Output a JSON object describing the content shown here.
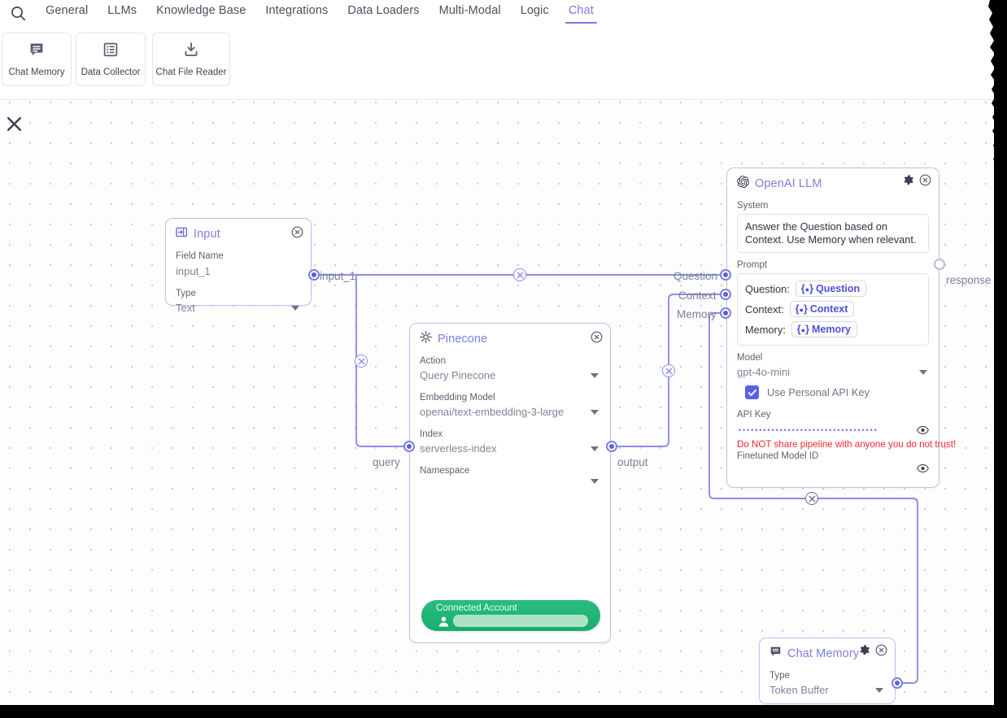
{
  "topbar": {
    "search_icon": "search-icon",
    "tabs": [
      {
        "label": "General",
        "active": false
      },
      {
        "label": "LLMs",
        "active": false
      },
      {
        "label": "Knowledge Base",
        "active": false
      },
      {
        "label": "Integrations",
        "active": false
      },
      {
        "label": "Data Loaders",
        "active": false
      },
      {
        "label": "Multi-Modal",
        "active": false
      },
      {
        "label": "Logic",
        "active": false
      },
      {
        "label": "Chat",
        "active": true
      }
    ],
    "active_tab": "Chat",
    "accent_color": "#7b78e5"
  },
  "palette": {
    "cards": [
      {
        "label": "Chat Memory",
        "icon": "chat-bubble-icon"
      },
      {
        "label": "Data Collector",
        "icon": "table-grid-icon"
      },
      {
        "label": "Chat File Reader",
        "icon": "download-icon"
      }
    ]
  },
  "canvas": {
    "close_icon": "close-icon",
    "grid": "dot-grid"
  },
  "nodes": {
    "input": {
      "title": "Input",
      "icon": "input-arrow-icon",
      "close_icon": "close-circle-icon",
      "fields": [
        {
          "label": "Field Name",
          "value": "input_1",
          "type": "text"
        },
        {
          "label": "Type",
          "value": "Text",
          "type": "select"
        }
      ],
      "output_handle_label": "input_1"
    },
    "pinecone": {
      "title": "Pinecone",
      "icon": "pinecone-icon",
      "close_icon": "close-circle-icon",
      "fields": [
        {
          "label": "Action",
          "value": "Query Pinecone",
          "type": "select"
        },
        {
          "label": "Embedding Model",
          "value": "openai/text-embedding-3-large",
          "type": "select"
        },
        {
          "label": "Index",
          "value": "serverless-index",
          "type": "select"
        },
        {
          "label": "Namespace",
          "value": "",
          "type": "select"
        }
      ],
      "connected_account": {
        "label": "Connected Account",
        "value": "",
        "color": "#1dad6d",
        "icon": "person-icon"
      },
      "input_handle_label": "query",
      "output_handle_label": "output"
    },
    "llm": {
      "title": "OpenAI LLM",
      "icon": "openai-icon",
      "settings_icon": "gear-icon",
      "close_icon": "close-circle-icon",
      "system": {
        "label": "System",
        "value": "Answer the Question based on Context. Use Memory when relevant."
      },
      "prompt": {
        "label": "Prompt",
        "rows": [
          {
            "key": "Question:",
            "chip": "Question"
          },
          {
            "key": "Context:",
            "chip": "Context"
          },
          {
            "key": "Memory:",
            "chip": "Memory"
          }
        ]
      },
      "model": {
        "label": "Model",
        "value": "gpt-4o-mini"
      },
      "use_personal_api_key": {
        "label": "Use Personal API Key",
        "checked": true
      },
      "api_key": {
        "label": "API Key",
        "masked_value": "••••••••••••••••••••••••••••••••••",
        "reveal_icon": "eye-icon"
      },
      "warning": "Do NOT share pipeline with anyone you do not trust!",
      "warning_color": "#f0282d",
      "finetuned_model_id": {
        "label": "Finetuned Model ID",
        "value": "",
        "reveal_icon": "eye-icon"
      },
      "input_handle_labels": [
        "Question",
        "Context",
        "Memory"
      ],
      "output_handle_label": "response"
    },
    "chat_memory": {
      "title": "Chat Memory",
      "icon": "chat-bubble-icon",
      "settings_icon": "gear-icon",
      "close_icon": "close-circle-icon",
      "fields": [
        {
          "label": "Type",
          "value": "Token Buffer",
          "type": "select"
        }
      ],
      "output_handle_label": ""
    }
  },
  "edges": {
    "delete_icon": "close-circle-icon",
    "color": "#8a8ee6",
    "connections": [
      {
        "from": "input.input_1",
        "to": "llm.Question"
      },
      {
        "from": "input.input_1",
        "to": "pinecone.query"
      },
      {
        "from": "pinecone.output",
        "to": "llm.Context"
      },
      {
        "from": "chat_memory.output",
        "to": "llm.Memory"
      }
    ]
  }
}
